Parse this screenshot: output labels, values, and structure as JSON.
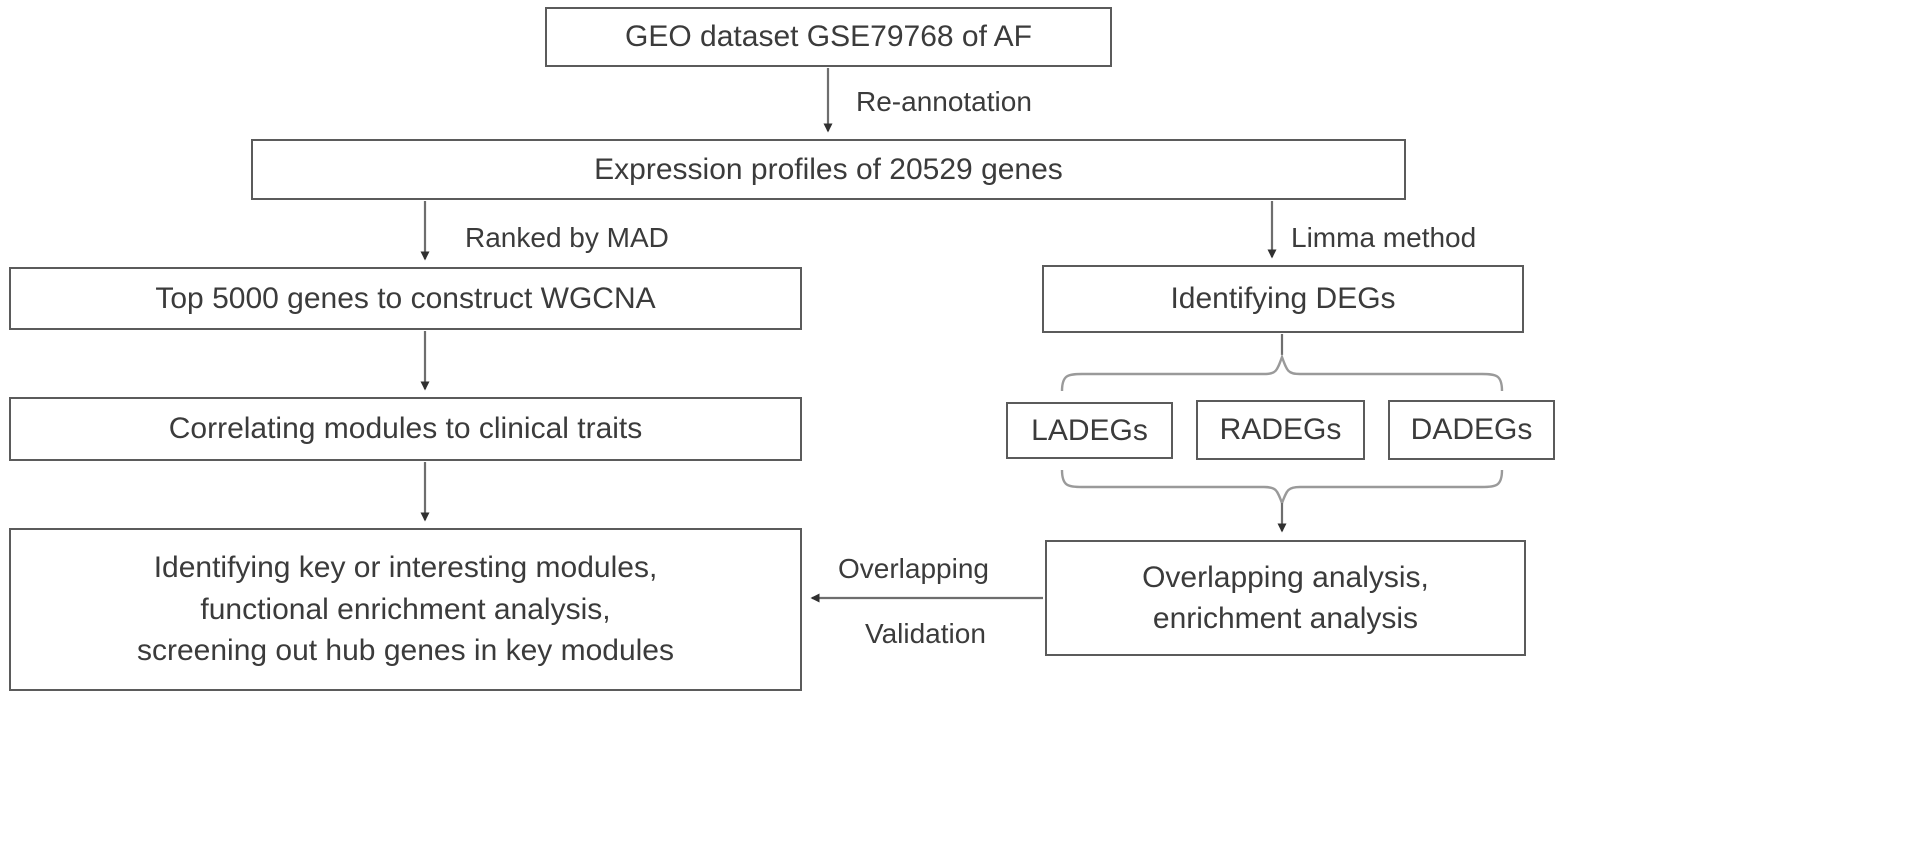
{
  "diagram": {
    "title": "Study workflow flowchart",
    "colors": {
      "box_border": "#5b5b5b",
      "text": "#3b3b3b",
      "line": "#6e6e6e",
      "background": "#ffffff"
    },
    "nodes": {
      "geo_dataset": "GEO dataset GSE79768 of AF",
      "expression_profiles": "Expression profiles of 20529 genes",
      "top_genes_wgcna": "Top 5000 genes to construct WGCNA",
      "identifying_degs": "Identifying DEGs",
      "ladegs": "LADEGs",
      "radegs": "RADEGs",
      "dadegs": "DADEGs",
      "correlating_modules": "Correlating modules to clinical traits",
      "hub_genes": "Identifying key or interesting modules,\nfunctional enrichment analysis,\nscreening out hub genes in key modules",
      "overlapping_analysis": "Overlapping analysis,\nenrichment analysis"
    },
    "edge_labels": {
      "re_annotation": "Re-annotation",
      "ranked_by_mad": "Ranked by MAD",
      "limma_method": "Limma method",
      "overlapping": "Overlapping",
      "validation": "Validation"
    }
  }
}
